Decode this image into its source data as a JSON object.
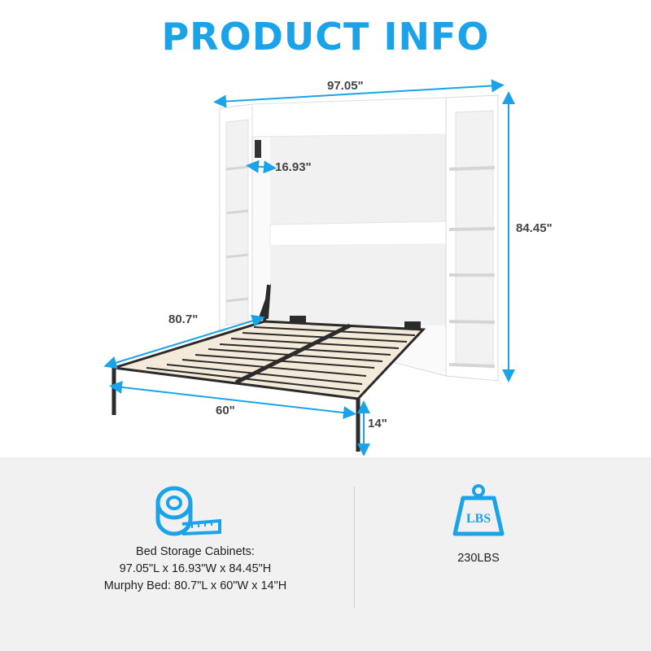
{
  "header": {
    "title": "PRODUCT INFO"
  },
  "dimensions": {
    "total_width": "97.05\"",
    "depth": "16.93\"",
    "height": "84.45\"",
    "bed_length": "80.7\"",
    "bed_width": "60\"",
    "bed_height": "14\""
  },
  "specs": {
    "size": {
      "icon": "tape-measure-icon",
      "line1": "Bed Storage Cabinets:",
      "line2": "97.05\"L x 16.93\"W x 84.45\"H",
      "line3": "Murphy Bed:  80.7\"L x 60\"W x 14\"H"
    },
    "weight": {
      "icon": "weight-lbs-icon",
      "icon_text": "LBS",
      "value": "230LBS"
    }
  },
  "colors": {
    "accent": "#1aa3e8",
    "footer_bg": "#f1f1f1"
  }
}
